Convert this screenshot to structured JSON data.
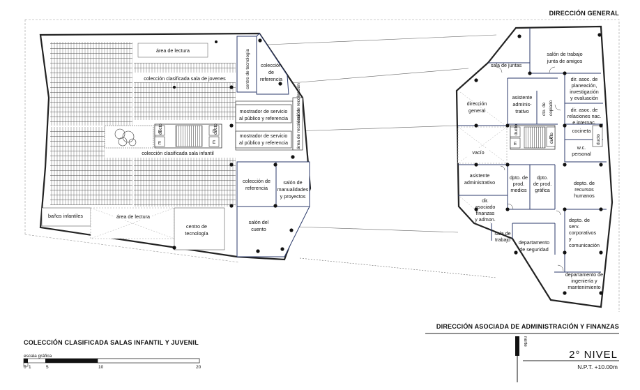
{
  "headers": {
    "top_right": "DIRECCIÓN GENERAL",
    "left_plan": "COLECCIÓN CLASIFICADA SALAS INFANTIL Y JUVENIL",
    "right_plan": "DIRECCIÓN ASOCIADA DE  ADMINISTRACIÓN Y FINANZAS"
  },
  "level": {
    "name": "2°  NIVEL",
    "elevation": "N.P.T. +10.00m",
    "north": "norte"
  },
  "scale": {
    "label": "escala gráfica",
    "ticks": [
      "0",
      "1",
      "5",
      "10",
      "20"
    ]
  },
  "rooms_left": {
    "area_lectura_top": "área de lectura",
    "coleccion_jovenes": "colección clasificada sala de jovenes",
    "centro_tecnologia_v": "centro de tecnología",
    "coleccion_ref_top_1": "colección",
    "coleccion_ref_top_2": "de",
    "coleccion_ref_top_3": "referencia",
    "mostrador_1a": "mostrador de servicio",
    "mostrador_1b": "al público y referencia",
    "mostrador_2a": "mostrador de servicio",
    "mostrador_2b": "al público y referencia",
    "area_recoleccion_1": "área de recolección",
    "area_recoleccion_2": "área de recolección",
    "ducto_1": "ducto",
    "ducto_2": "ducto",
    "elev_1": "E",
    "elev_2": "E",
    "elev_3": "E",
    "elev_4": "E",
    "coleccion_infantil": "colección clasificada sala infantil",
    "coleccion_ref_mid_1": "colección de",
    "coleccion_ref_mid_2": "referencia",
    "manualidades_1": "salón de",
    "manualidades_2": "manualidades",
    "manualidades_3": "y proyectos",
    "banos_infantiles": "baños infantiles",
    "area_lectura_bottom": "área de lectura",
    "centro_tecnologia_1": "centro de",
    "centro_tecnologia_2": "tecnología",
    "salon_cuento_1": "salón del",
    "salon_cuento_2": "cuento"
  },
  "rooms_right": {
    "sala_juntas": "sala de juntas",
    "salon_trabajo_1": "salón de trabajo",
    "salon_trabajo_2": "junta de amigos",
    "dir_planeacion_1": "dir. asoc. de",
    "dir_planeacion_2": "planeación,",
    "dir_planeacion_3": "investigación",
    "dir_planeacion_4": "y evaluación",
    "direccion_general_1": "dirección",
    "direccion_general_2": "general",
    "asistente_admin_1": "asistente",
    "asistente_admin_2": "adminis-",
    "asistente_admin_3": "trativo",
    "copiado_1": "cto. de",
    "copiado_2": "copiado",
    "dir_relaciones_1": "dir. asoc. de",
    "dir_relaciones_2": "relaciones nac.",
    "dir_relaciones_3": "e internac.",
    "cocineta": "cocineta",
    "ducto_r1": "ducto",
    "ducto_r2": "ducto",
    "ducto_r3": "ducto",
    "elev_r1": "E",
    "elev_r2": "E",
    "vacio": "vacío",
    "wc_1": "w.c.",
    "wc_2": "personal",
    "asistente_admin2_1": "asistente",
    "asistente_admin2_2": "administrativo",
    "prod_medios_1": "dpto. de",
    "prod_medios_2": "prod.",
    "prod_medios_3": "medios",
    "prod_grafica_1": "dpto.",
    "prod_grafica_2": "de prod.",
    "prod_grafica_3": "gráfica",
    "recursos_humanos_1": "depto. de",
    "recursos_humanos_2": "recursos",
    "recursos_humanos_3": "humanos",
    "dir_finanzas_1": "dir.",
    "dir_finanzas_2": "asociado",
    "dir_finanzas_3": "finanzas",
    "dir_finanzas_4": "y admon.",
    "sala_trabajo_1": "sala de",
    "sala_trabajo_2": "trabajo",
    "seguridad_1": "departamento",
    "seguridad_2": "de seguridad",
    "serv_corp_1": "depto. de",
    "serv_corp_2": "serv.",
    "serv_corp_3": "corporativos",
    "serv_corp_4": "y",
    "serv_corp_5": "comunicación",
    "ingenieria_1": "departamento de",
    "ingenieria_2": "ingeniería y",
    "ingenieria_3": "mantenimiento"
  },
  "colors": {
    "wall": "#222222",
    "partition": "#2b3a6b",
    "guide": "#9a9a9a"
  }
}
